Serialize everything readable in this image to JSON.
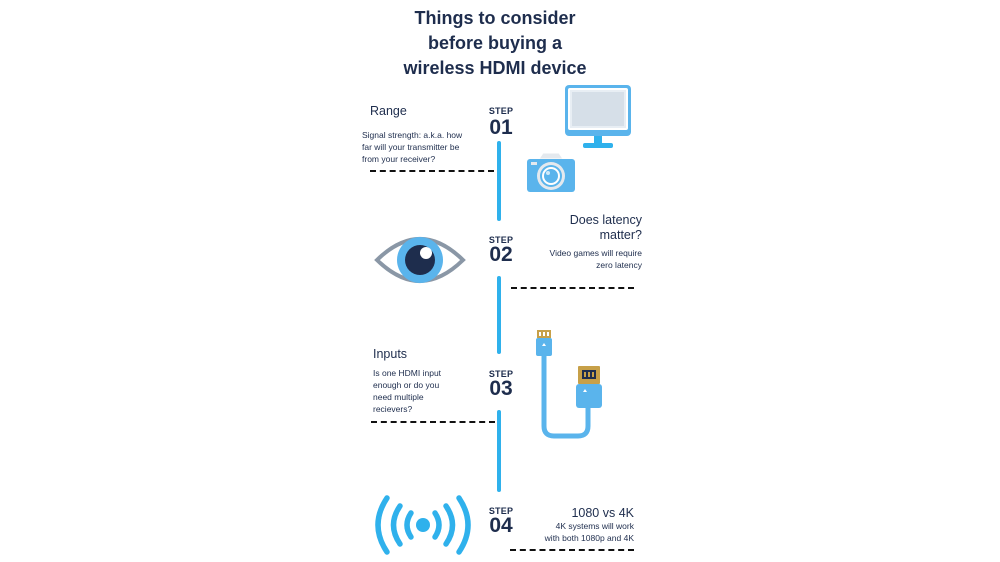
{
  "title": "Things to consider\nbefore buying a\nwireless HDMI device",
  "steps": [
    {
      "label": "STEP",
      "number": "01",
      "heading": "Range",
      "description": "Signal strength: a.k.a. how\nfar will your transmitter be\nfrom your receiver?"
    },
    {
      "label": "STEP",
      "number": "02",
      "heading": "Does latency\nmatter?",
      "description": "Video games will require\nzero latency"
    },
    {
      "label": "STEP",
      "number": "03",
      "heading": "Inputs",
      "description": "Is one HDMI input\nenough or do you\nneed multiple\nrecievers?"
    },
    {
      "label": "STEP",
      "number": "04",
      "heading": "1080 vs 4K",
      "description": "4K systems will work\nwith both 1080p and 4K"
    }
  ],
  "icons": {
    "monitor": "monitor-icon",
    "camera": "camera-icon",
    "eye": "eye-icon",
    "cable": "hdmi-cable-icon",
    "wireless": "wireless-signal-icon"
  },
  "colors": {
    "navy": "#1e2d4d",
    "blue": "#2fb1ec",
    "light_blue": "#5ab4ec",
    "dash": "#111111"
  }
}
